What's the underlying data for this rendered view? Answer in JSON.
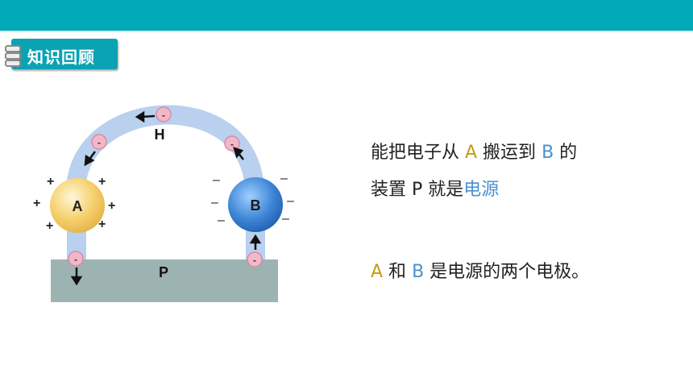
{
  "header": {
    "tag_label": "知识回顾"
  },
  "diagram": {
    "label_a": "A",
    "label_b": "B",
    "label_h": "H",
    "label_p": "P",
    "electron_symbol": "-",
    "plus": "+",
    "minus": "–"
  },
  "text": {
    "line1_part1": "能把电子从 ",
    "line1_a": "A",
    "line1_part2": " 搬运到 ",
    "line1_b": "B",
    "line1_part3": " 的",
    "line2_part1": "装置 P 就是",
    "line2_highlight": "电源",
    "line3_a": "A",
    "line3_part1": " 和 ",
    "line3_b": "B",
    "line3_part2": " 是电源的两个电极。"
  },
  "colors": {
    "topbar": "#00a8b8",
    "tag": "#0aa3b3",
    "wire": "#b9d0ee",
    "base": "#9db3b1",
    "sphere_a": "#f5cf6a",
    "sphere_b": "#3f86d6",
    "electron": "#f2b8c8",
    "label_a": "#c69a10",
    "label_b": "#4a90d0"
  }
}
